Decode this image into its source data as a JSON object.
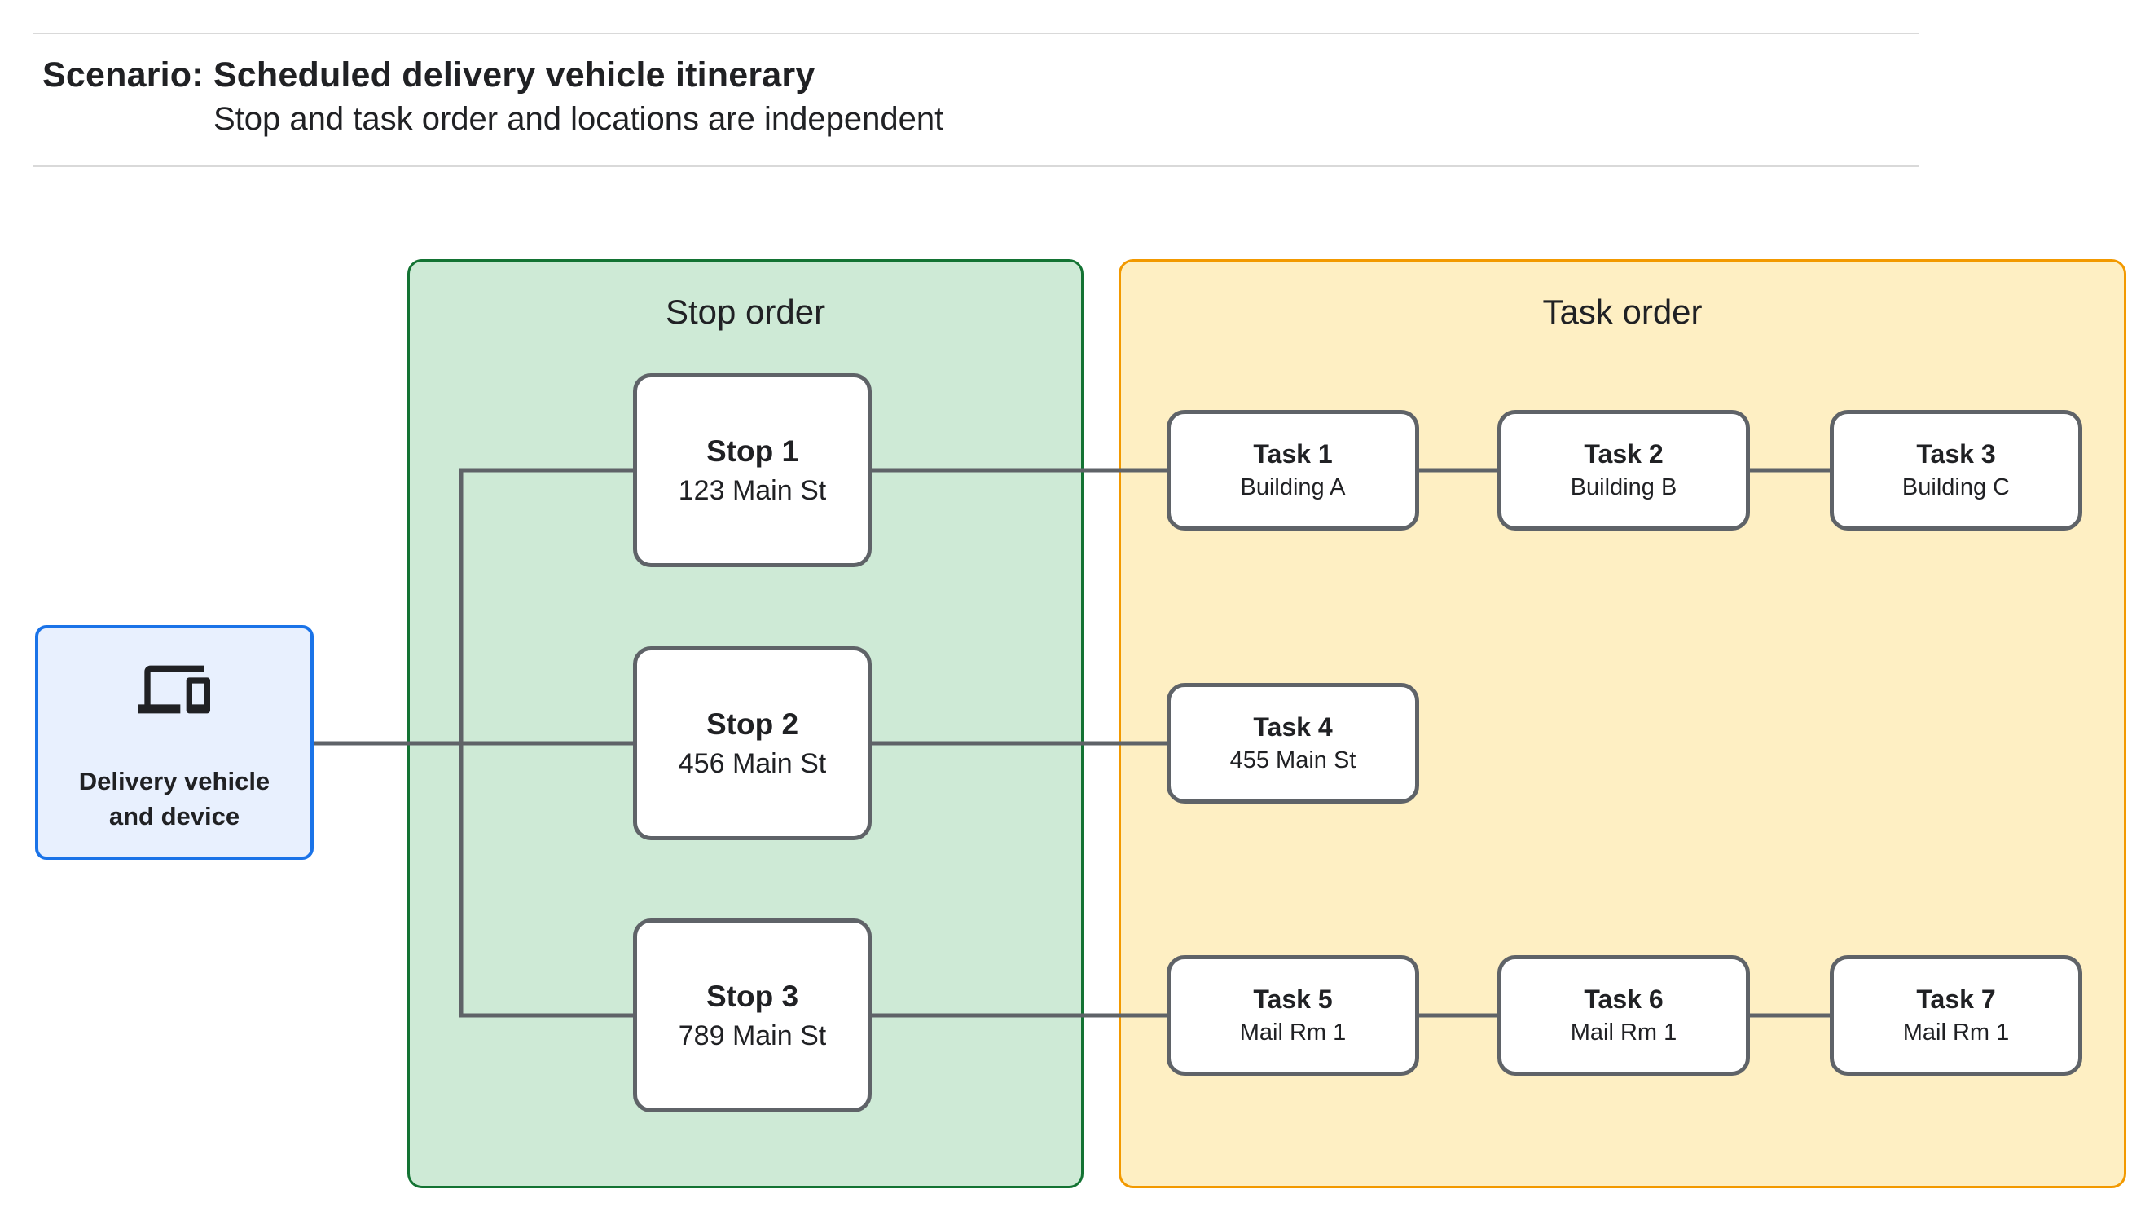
{
  "header": {
    "title": "Scenario: Scheduled delivery vehicle itinerary",
    "subtitle": "Stop and task order and locations are independent"
  },
  "vehicle": {
    "label": "Delivery vehicle and device",
    "icon": "devices-icon"
  },
  "stop_panel": {
    "title": "Stop order"
  },
  "task_panel": {
    "title": "Task order"
  },
  "stops": [
    {
      "title": "Stop 1",
      "address": "123 Main St"
    },
    {
      "title": "Stop 2",
      "address": "456 Main St"
    },
    {
      "title": "Stop 3",
      "address": "789 Main St"
    }
  ],
  "tasks": [
    {
      "title": "Task 1",
      "location": "Building A"
    },
    {
      "title": "Task 2",
      "location": "Building B"
    },
    {
      "title": "Task 3",
      "location": "Building C"
    },
    {
      "title": "Task 4",
      "location": "455 Main St"
    },
    {
      "title": "Task 5",
      "location": "Mail Rm 1"
    },
    {
      "title": "Task 6",
      "location": "Mail Rm 1"
    },
    {
      "title": "Task 7",
      "location": "Mail Rm 1"
    }
  ],
  "colors": {
    "stop_panel_fill": "#ceead6",
    "stop_panel_border": "#137333",
    "task_panel_fill": "#feefc3",
    "task_panel_border": "#f29900",
    "vehicle_fill": "#e8f0fe",
    "vehicle_border": "#1a73e8",
    "node_border": "#5f6368",
    "connector": "#5f6368",
    "text": "#202124",
    "rule": "#d9d9d9"
  }
}
